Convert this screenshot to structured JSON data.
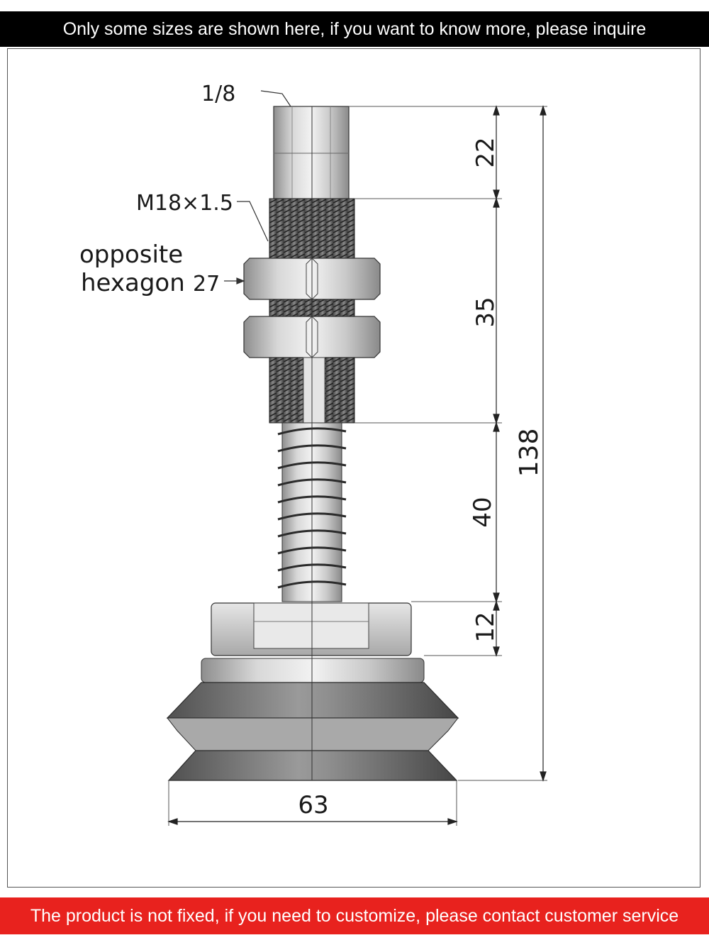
{
  "banners": {
    "top": "Only some sizes are shown here, if you want to know more, please inquire",
    "bottom": "The product is not fixed, if you need to customize, please contact customer service"
  },
  "labels": {
    "thread_top": "1/8",
    "thread_main": "M18×1.5",
    "hexagon_line1": "opposite",
    "hexagon_line2": "hexagon",
    "hexagon_size": "27"
  },
  "dimensions": {
    "d_top": "22",
    "d_thread": "35",
    "d_spring": "40",
    "d_cap": "12",
    "d_total": "138",
    "d_width": "63"
  },
  "colors": {
    "banner_top": "#000000",
    "banner_bottom": "#e8221e",
    "metal": "#bdbdbd",
    "rubber": "#6e6e6e"
  }
}
